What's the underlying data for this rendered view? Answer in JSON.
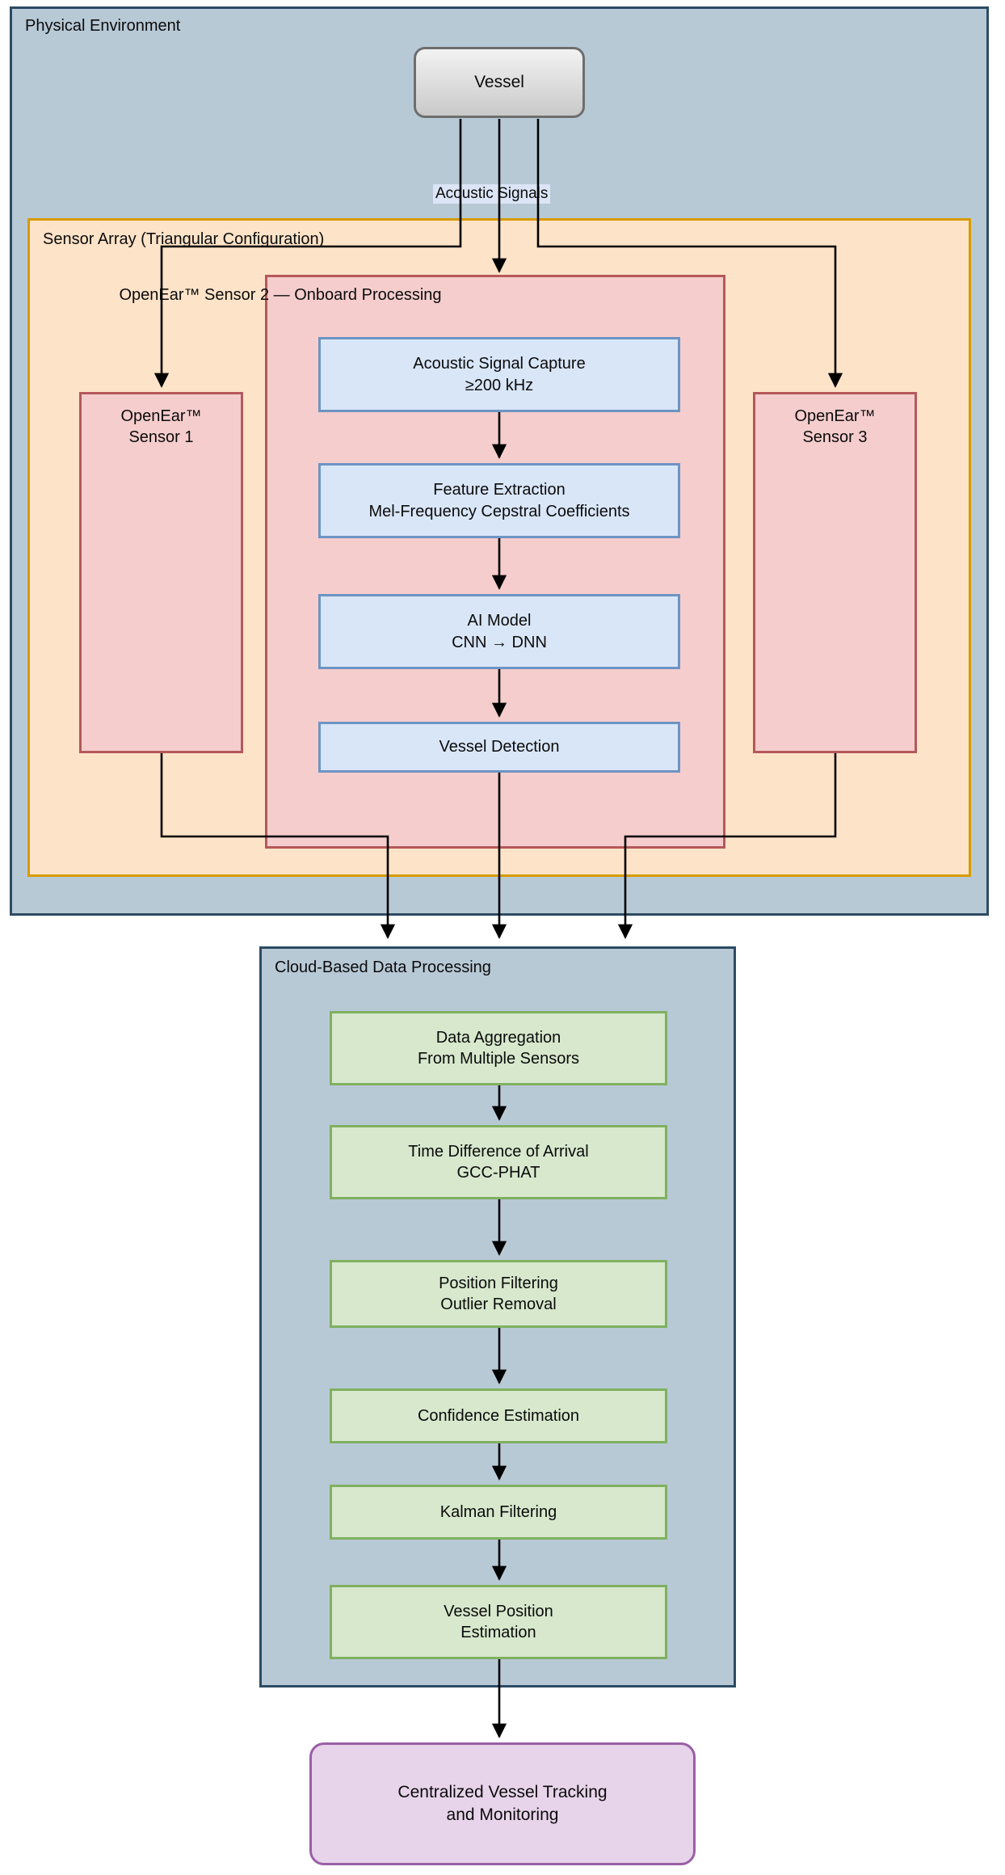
{
  "diagram": {
    "title": "OpenEar Acoustic Vessel Detection Architecture",
    "background": "#ffffff"
  },
  "clusters": {
    "physical_environment": {
      "label": "Physical Environment",
      "fill": "#b8c9d6",
      "stroke": "#2d4b63"
    },
    "sensor_array": {
      "label": "Sensor Array (Triangular Configuration)",
      "fill": "#fde3c8",
      "stroke": "#d79b00"
    },
    "sensor2": {
      "label": "OpenEar™ Sensor 2 — Onboard Processing",
      "fill": "#f5cdcd",
      "stroke": "#b5585b"
    },
    "cloud": {
      "label": "Cloud-Based Data Processing",
      "fill": "#b8c9d6",
      "stroke": "#2d4b63"
    }
  },
  "nodes": {
    "vessel": {
      "label": "Vessel",
      "fill": "#e3e3e3",
      "stroke": "#6e6e6e"
    },
    "sensor1": {
      "label": "OpenEar™\nSensor 1",
      "fill": "#f5cdcd",
      "stroke": "#b5585b"
    },
    "sensor3": {
      "label": "OpenEar™\nSensor 3",
      "fill": "#f5cdcd",
      "stroke": "#b5585b"
    },
    "acoustic_capture": {
      "label": "Acoustic Signal Capture\n≥200 kHz",
      "fill": "#d9e6f8",
      "stroke": "#6d94c4"
    },
    "feature_extraction": {
      "label": "Feature Extraction\nMel-Frequency Cepstral Coefficients",
      "fill": "#d9e6f8",
      "stroke": "#6d94c4"
    },
    "ai_model": {
      "label": "AI Model\nCNN → DNN",
      "fill": "#d9e6f8",
      "stroke": "#6d94c4"
    },
    "vessel_detection": {
      "label": "Vessel Detection",
      "fill": "#d9e6f8",
      "stroke": "#6d94c4"
    },
    "data_aggregation": {
      "label": "Data Aggregation\nFrom Multiple Sensors",
      "fill": "#d7e8cd",
      "stroke": "#80b060"
    },
    "tdoa": {
      "label": "Time Difference of Arrival\nGCC-PHAT",
      "fill": "#d7e8cd",
      "stroke": "#80b060"
    },
    "position_filtering": {
      "label": "Position Filtering\nOutlier Removal",
      "fill": "#d7e8cd",
      "stroke": "#80b060"
    },
    "confidence_estimation": {
      "label": "Confidence Estimation",
      "fill": "#d7e8cd",
      "stroke": "#80b060"
    },
    "kalman_filtering": {
      "label": "Kalman Filtering",
      "fill": "#d7e8cd",
      "stroke": "#80b060"
    },
    "vessel_position": {
      "label": "Vessel Position\nEstimation",
      "fill": "#d7e8cd",
      "stroke": "#80b060"
    },
    "centralized_tracking": {
      "label": "Centralized Vessel Tracking\nand Monitoring",
      "fill": "#e8d4ea",
      "stroke": "#9a5fa5"
    }
  },
  "edge_labels": {
    "acoustic_signals": "Acoustic Signals"
  },
  "edges": {
    "stroke": "#000000",
    "list": [
      {
        "from": "vessel",
        "to": "sensor1",
        "label": "Acoustic Signals"
      },
      {
        "from": "vessel",
        "to": "acoustic_capture",
        "label": "Acoustic Signals"
      },
      {
        "from": "vessel",
        "to": "sensor3",
        "label": "Acoustic Signals"
      },
      {
        "from": "acoustic_capture",
        "to": "feature_extraction",
        "label": ""
      },
      {
        "from": "feature_extraction",
        "to": "ai_model",
        "label": ""
      },
      {
        "from": "ai_model",
        "to": "vessel_detection",
        "label": ""
      },
      {
        "from": "sensor1",
        "to": "cloud",
        "label": ""
      },
      {
        "from": "vessel_detection",
        "to": "cloud",
        "label": ""
      },
      {
        "from": "sensor3",
        "to": "cloud",
        "label": ""
      },
      {
        "from": "data_aggregation",
        "to": "tdoa",
        "label": ""
      },
      {
        "from": "tdoa",
        "to": "position_filtering",
        "label": ""
      },
      {
        "from": "position_filtering",
        "to": "confidence_estimation",
        "label": ""
      },
      {
        "from": "confidence_estimation",
        "to": "kalman_filtering",
        "label": ""
      },
      {
        "from": "kalman_filtering",
        "to": "vessel_position",
        "label": ""
      },
      {
        "from": "vessel_position",
        "to": "centralized_tracking",
        "label": ""
      }
    ]
  }
}
